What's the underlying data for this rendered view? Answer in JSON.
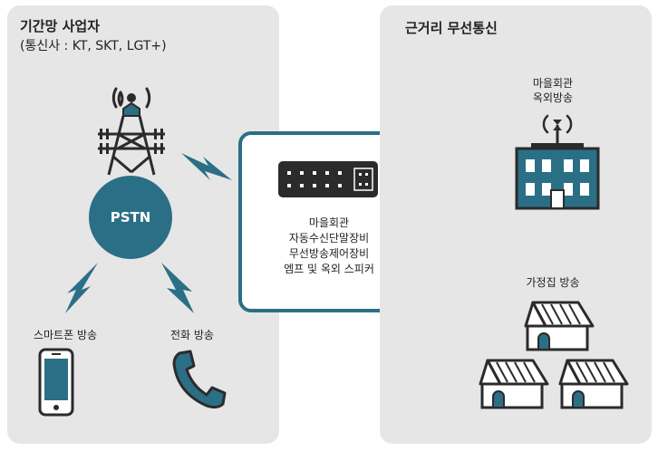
{
  "left_panel": {
    "title": "기간망 사업자",
    "subtitle": "(통신사 : KT, SKT, LGT+)",
    "pstn_label": "PSTN",
    "smartphone_label": "스마트폰 방송",
    "phone_label": "전화 방송"
  },
  "center": {
    "lines": [
      "마을회관",
      "자동수신단말장비",
      "무선방송제어장비",
      "엠프 및 옥외 스피커"
    ]
  },
  "right_panel": {
    "title": "근거리 무선통신",
    "hall_label_line1": "마을회관",
    "hall_label_line2": "옥외방송",
    "home_label": "가정집 방송"
  },
  "colors": {
    "accent": "#2b6f86",
    "panel": "#e6e6e6",
    "dark": "#2b2b2b"
  }
}
